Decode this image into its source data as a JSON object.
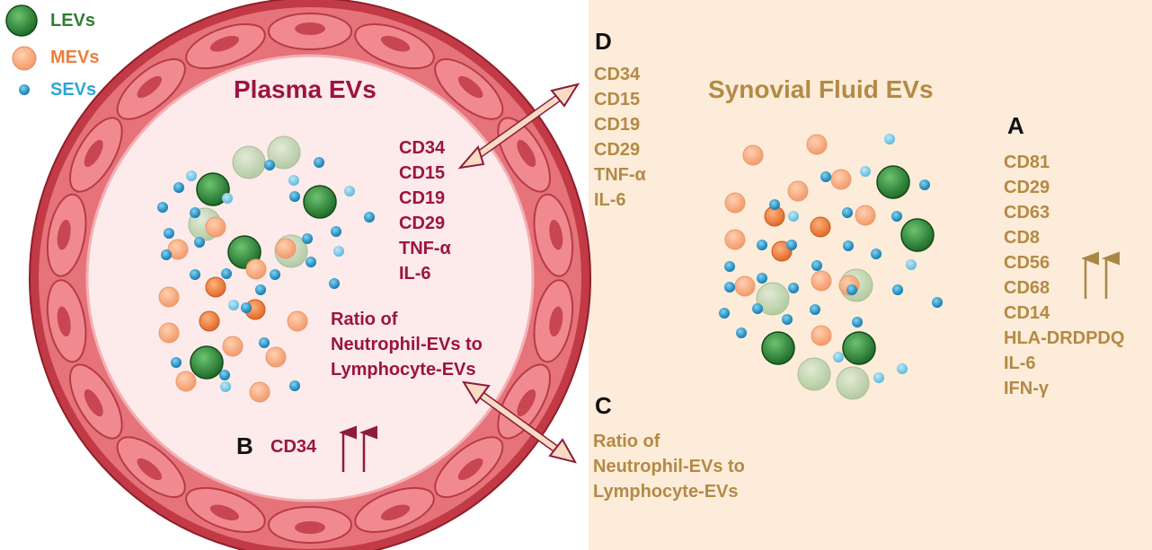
{
  "legend": {
    "items": [
      {
        "label": "LEVs",
        "color": "#2e7d32"
      },
      {
        "label": "MEVs",
        "color": "#ef7d3c"
      },
      {
        "label": "SEVs",
        "color": "#2aa6d8"
      }
    ]
  },
  "plasma": {
    "title": "Plasma EVs",
    "markers": [
      "CD34",
      "CD15",
      "CD19",
      "CD29",
      "TNF-α",
      "IL-6"
    ],
    "ratio_lines": [
      "Ratio of",
      "Neutrophil-EVs to",
      "Lymphocyte-EVs"
    ],
    "panel_b": {
      "letter": "B",
      "marker": "CD34"
    }
  },
  "synovial": {
    "title": "Synovial Fluid EVs",
    "panel_a": {
      "letter": "A",
      "markers": [
        "CD81",
        "CD29",
        "CD63",
        "CD8",
        "CD56",
        "CD68",
        "CD14",
        "HLA-DRDPDQ",
        "IL-6",
        "IFN-γ"
      ]
    },
    "panel_c": {
      "letter": "C",
      "lines": [
        "Ratio of",
        "Neutrophil-EVs to",
        "Lymphocyte-EVs"
      ]
    },
    "panel_d": {
      "letter": "D",
      "markers": [
        "CD34",
        "CD15",
        "CD19",
        "CD29",
        "TNF-α",
        "IL-6"
      ]
    }
  },
  "colors": {
    "plasma_text": "#9b1443",
    "synovial_text": "#b38a45",
    "synovial_background": "#fcecd9",
    "vessel_wall": "#d9575e",
    "vessel_lumen": "#fdeaea"
  }
}
